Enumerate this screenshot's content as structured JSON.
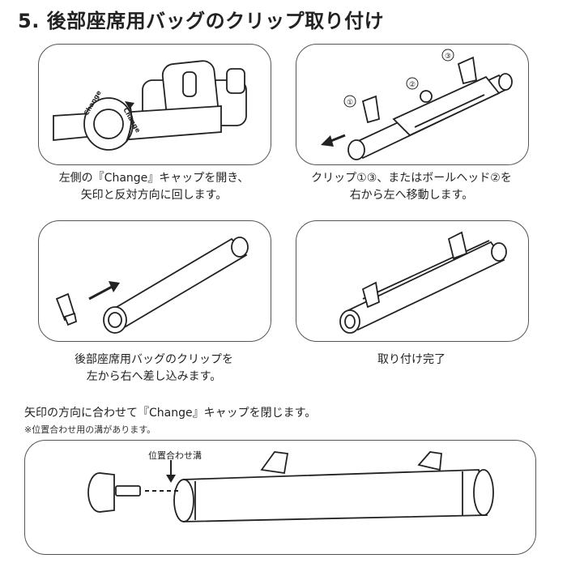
{
  "title": "5. 後部座席用バッグのクリップ取り付け",
  "steps": {
    "s1": {
      "line1": "左側の『Change』キャップを開き、",
      "line2": "矢印と反対方向に回します。",
      "cap_text": "Change"
    },
    "s2": {
      "line1": "クリップ①③、またはボールヘッド②を",
      "line2": "右から左へ移動します。",
      "markers": [
        "①",
        "②",
        "③"
      ]
    },
    "s3": {
      "line1": "後部座席用バッグのクリップを",
      "line2": "左から右へ差し込みます。"
    },
    "s4": {
      "line1": "取り付け完了"
    }
  },
  "bottom": {
    "instruction": "矢印の方向に合わせて『Change』キャップを閉じます。",
    "note": "※位置合わせ用の溝があります。",
    "groove_label": "位置合わせ溝"
  }
}
